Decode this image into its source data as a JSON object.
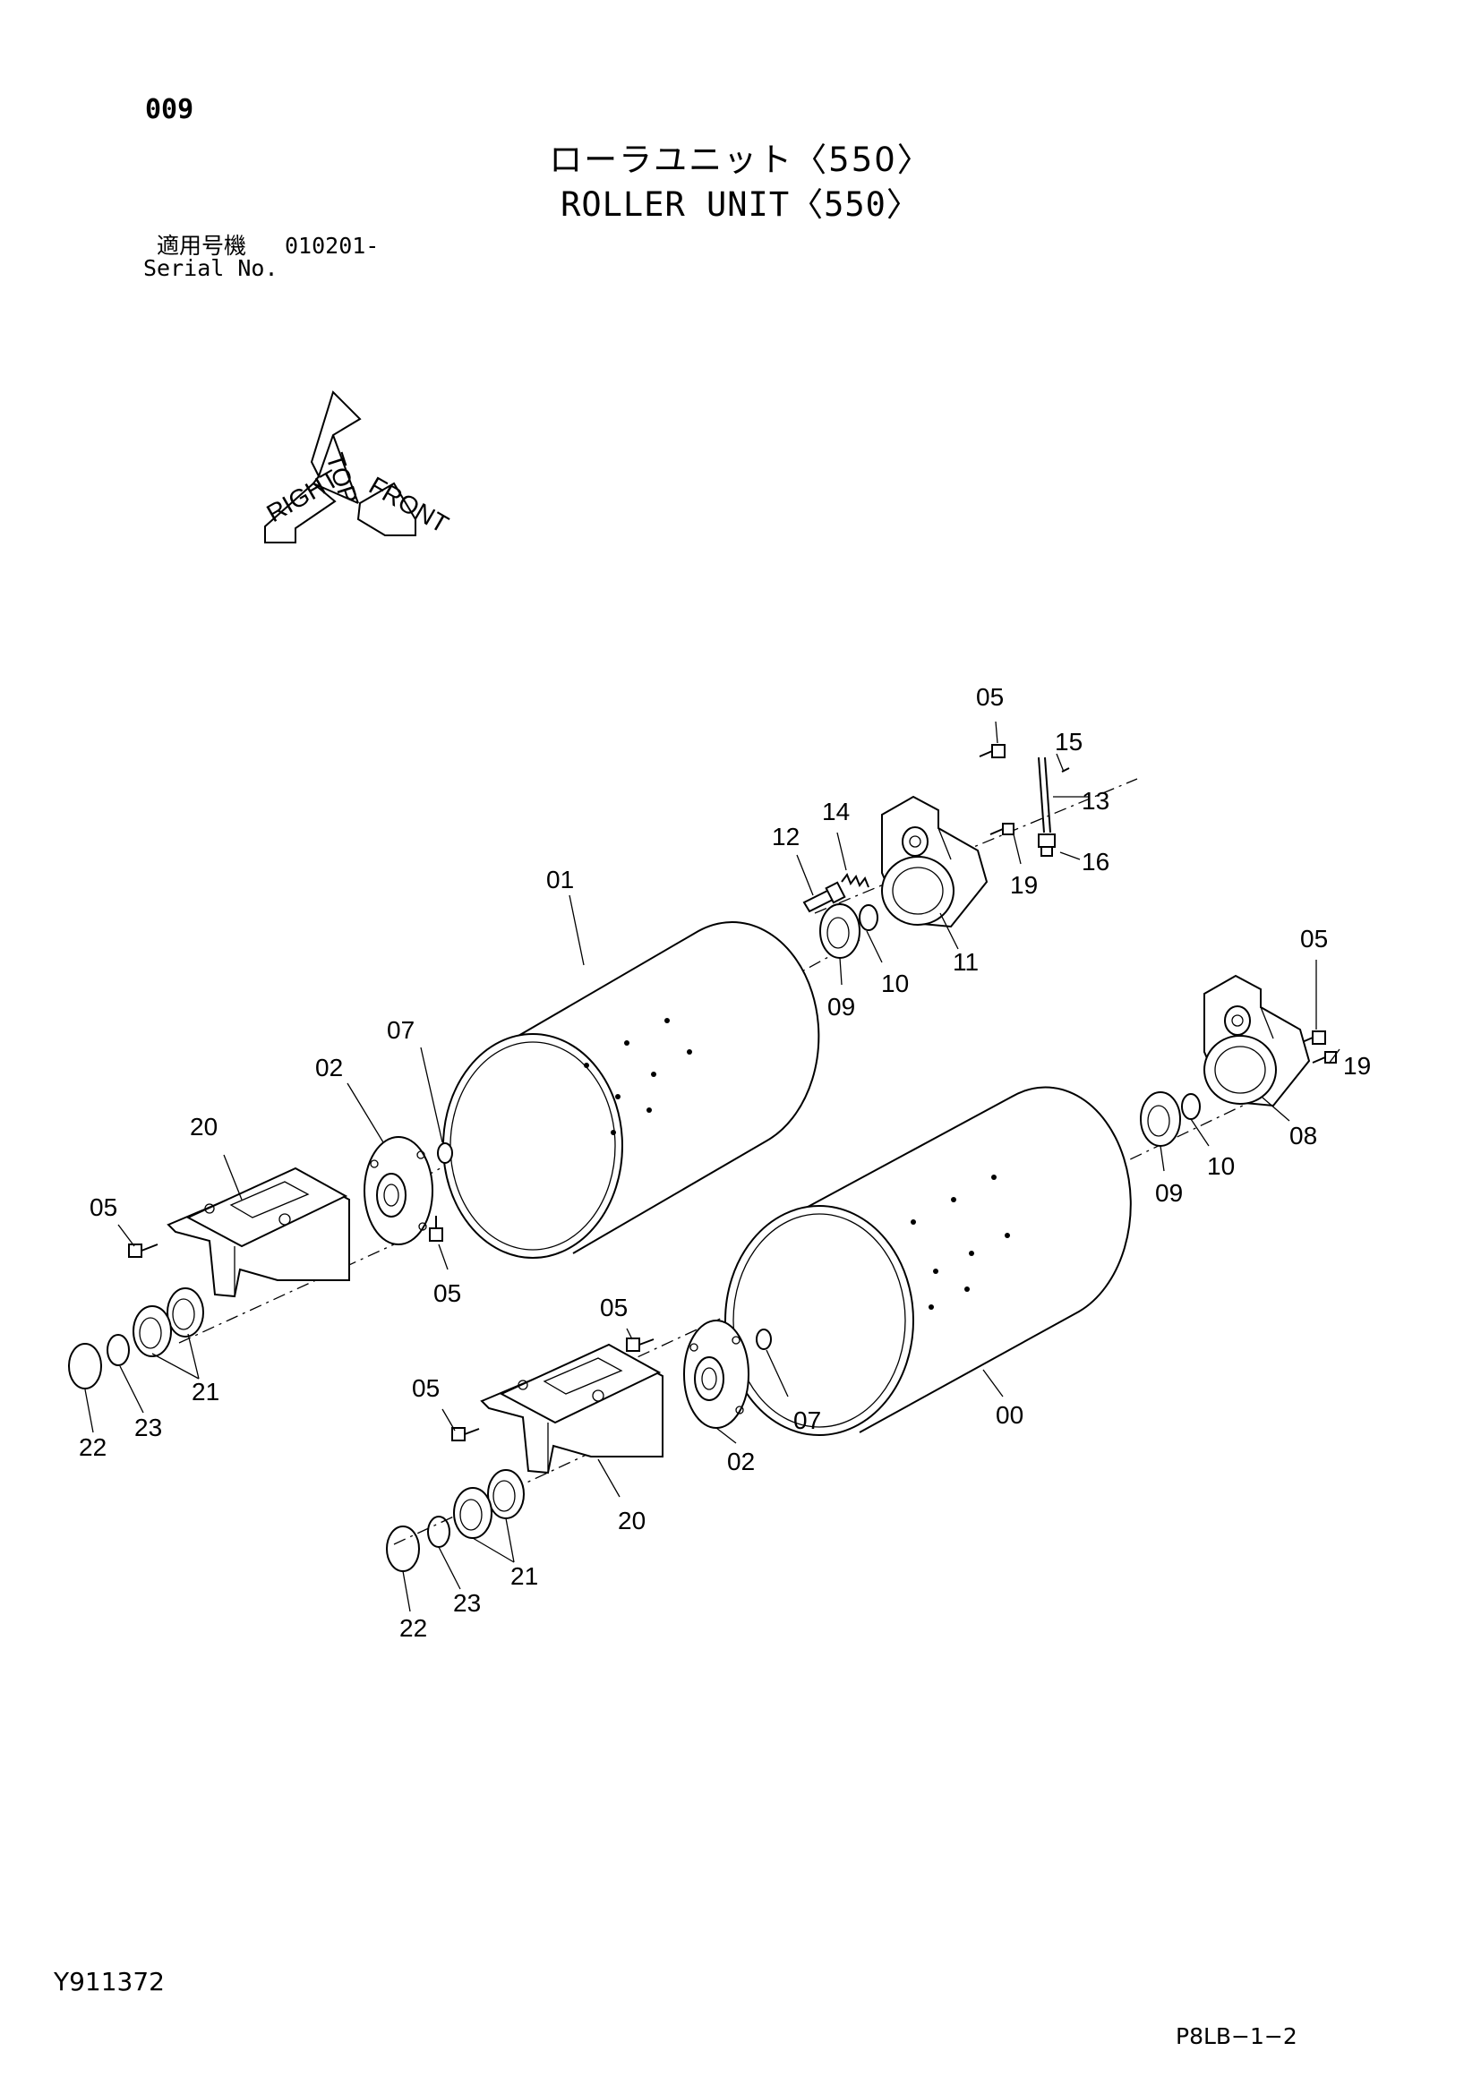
{
  "header": {
    "page_number": "009",
    "title_jp": "ローラユニット〈550〉",
    "title_en": "ROLLER UNIT〈550〉",
    "serial_label_jp": "適用号機",
    "serial_value": "010201-",
    "serial_label_en": "Serial No."
  },
  "orientation_icon": {
    "top": "TOP",
    "front": "FRONT",
    "right": "RIGHT"
  },
  "callouts": [
    {
      "id": "c-01",
      "label": "01"
    },
    {
      "id": "c-02a",
      "label": "02"
    },
    {
      "id": "c-05a",
      "label": "05"
    },
    {
      "id": "c-05b",
      "label": "05"
    },
    {
      "id": "c-07a",
      "label": "07"
    },
    {
      "id": "c-20a",
      "label": "20"
    },
    {
      "id": "c-21a",
      "label": "21"
    },
    {
      "id": "c-22a",
      "label": "22"
    },
    {
      "id": "c-23a",
      "label": "23"
    },
    {
      "id": "c-05c",
      "label": "05"
    },
    {
      "id": "c-15",
      "label": "15"
    },
    {
      "id": "c-13",
      "label": "13"
    },
    {
      "id": "c-16",
      "label": "16"
    },
    {
      "id": "c-19a",
      "label": "19"
    },
    {
      "id": "c-12",
      "label": "12"
    },
    {
      "id": "c-14",
      "label": "14"
    },
    {
      "id": "c-11",
      "label": "11"
    },
    {
      "id": "c-10a",
      "label": "10"
    },
    {
      "id": "c-09a",
      "label": "09"
    },
    {
      "id": "c-05d",
      "label": "05"
    },
    {
      "id": "c-19b",
      "label": "19"
    },
    {
      "id": "c-08",
      "label": "08"
    },
    {
      "id": "c-10b",
      "label": "10"
    },
    {
      "id": "c-09b",
      "label": "09"
    },
    {
      "id": "c-00",
      "label": "00"
    },
    {
      "id": "c-05e",
      "label": "05"
    },
    {
      "id": "c-07b",
      "label": "07"
    },
    {
      "id": "c-02b",
      "label": "02"
    },
    {
      "id": "c-05f",
      "label": "05"
    },
    {
      "id": "c-20b",
      "label": "20"
    },
    {
      "id": "c-21b",
      "label": "21"
    },
    {
      "id": "c-23b",
      "label": "23"
    },
    {
      "id": "c-22b",
      "label": "22"
    }
  ],
  "footer": {
    "drawing_id": "Y911372",
    "page_code": "P8LB−1−2"
  }
}
